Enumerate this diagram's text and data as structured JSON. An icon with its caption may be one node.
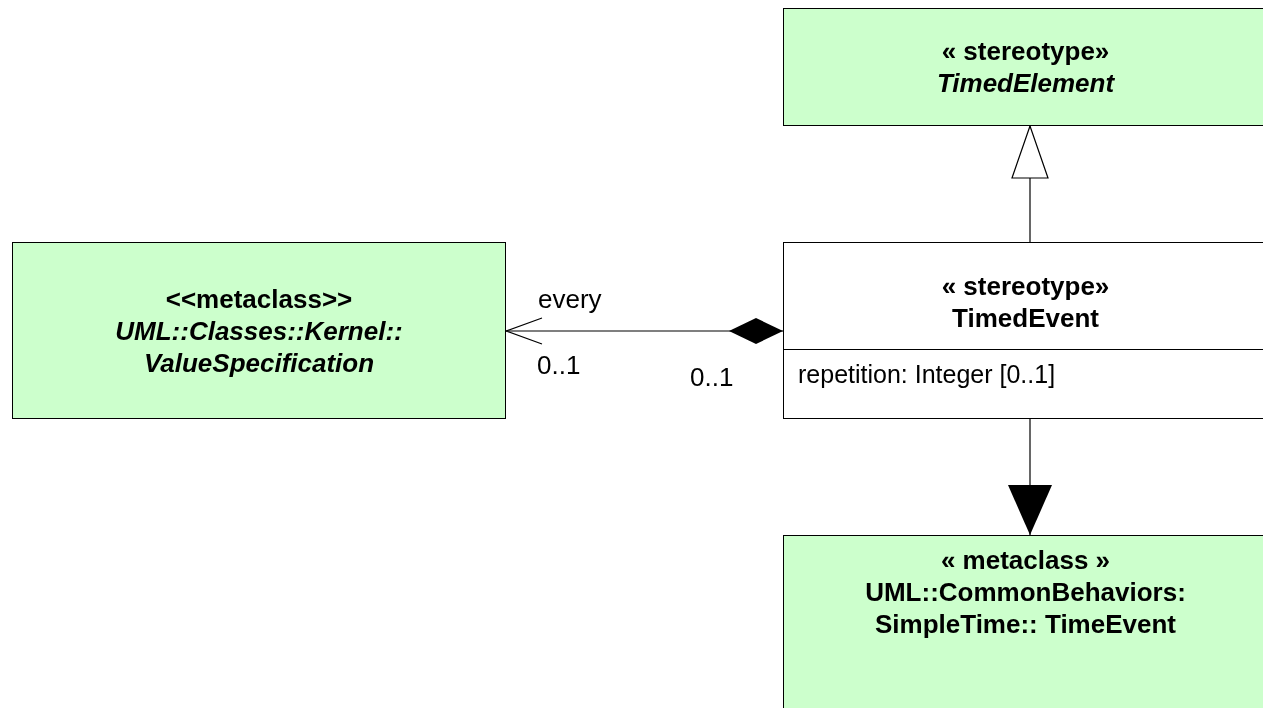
{
  "diagram": {
    "nodes": [
      {
        "text": [
          "« stereotype»",
          "TimedElement"
        ]
      },
      {
        "text": [
          "<<metaclass>>",
          "UML::Classes::Kernel:: ValueSpecification"
        ]
      },
      {
        "text": [
          "« stereotype»",
          "TimedEvent",
          "repetition: Integer [0..1]"
        ]
      },
      {
        "text": [
          "« metaclass »",
          "UML::CommonBehaviors: SimpleTime:: TimeEvent"
        ]
      }
    ],
    "edges": [
      {
        "from": 2,
        "to": 0,
        "arrow": "to"
      },
      {
        "from": 2,
        "to": 1,
        "arrow": "to",
        "label": "every"
      },
      {
        "from": 2,
        "to": 3,
        "arrow": "to"
      }
    ],
    "labels": [
      "0..1",
      "0..1"
    ]
  }
}
